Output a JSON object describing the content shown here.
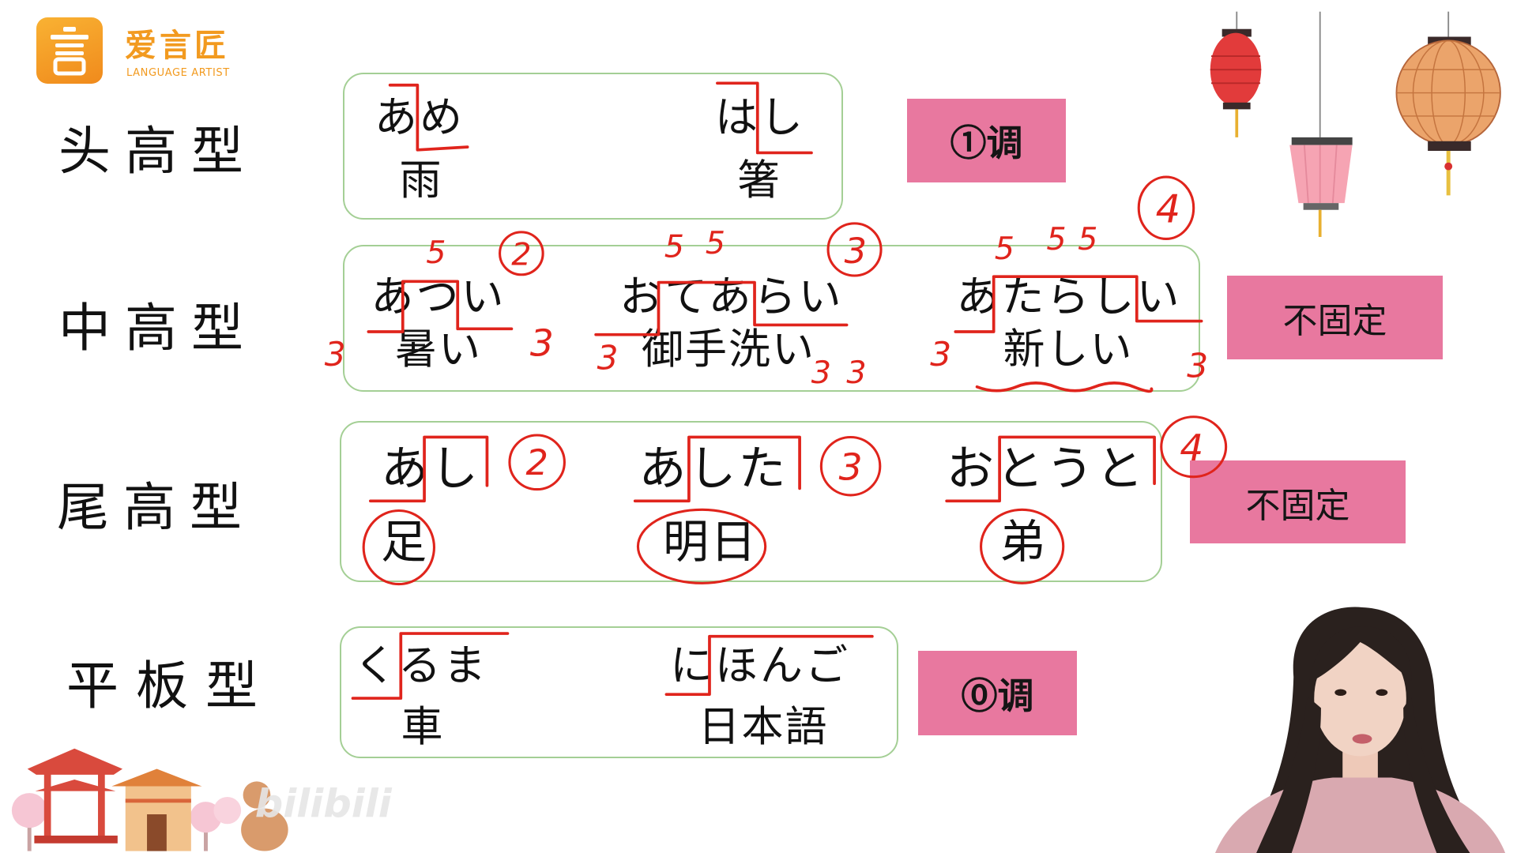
{
  "logo": {
    "brand": "爱言匠",
    "tagline": "LANGUAGE ARTIST",
    "icon": "logo-badge-icon"
  },
  "rows": [
    {
      "type": "头高型",
      "tag": "①调",
      "words": [
        {
          "kana": "あめ",
          "kanji": "雨"
        },
        {
          "kana": "はし",
          "kanji": "箸"
        }
      ]
    },
    {
      "type": "中高型",
      "tag": "不固定",
      "words": [
        {
          "kana": "あつい",
          "kanji": "暑い"
        },
        {
          "kana": "おてあらい",
          "kanji": "御手洗い"
        },
        {
          "kana": "あたらしい",
          "kanji": "新しい"
        }
      ]
    },
    {
      "type": "尾高型",
      "tag": "不固定",
      "words": [
        {
          "kana": "あし",
          "kanji": "足"
        },
        {
          "kana": "あした",
          "kanji": "明日"
        },
        {
          "kana": "おとうと",
          "kanji": "弟"
        }
      ]
    },
    {
      "type": "平板型",
      "tag": "⓪调",
      "words": [
        {
          "kana": "くるま",
          "kanji": "車"
        },
        {
          "kana": "にほんご",
          "kanji": "日本語"
        }
      ]
    }
  ],
  "handwriting": {
    "atsui": {
      "above": "5",
      "circled": "2",
      "left": "3",
      "right": "3"
    },
    "otearai": {
      "above": [
        "5",
        "5"
      ],
      "circled": "3",
      "left": "3",
      "right": [
        "3",
        "3"
      ]
    },
    "atarashii": {
      "above": [
        "5",
        "5",
        "5"
      ],
      "circled": "4",
      "left": "3",
      "right": "3"
    },
    "ashi": {
      "circled": "2"
    },
    "ashita": {
      "circled": "3"
    },
    "otouto": {
      "circled": "4"
    }
  },
  "watermark": "bilibili",
  "icons": {
    "lanterns": "paper-lantern-icon",
    "building": "pagoda-icon",
    "trees": "cherry-tree-icon",
    "presenter": "presenter-video"
  },
  "colors": {
    "tag_pink": "#e8789f",
    "box_border": "#a4cf95",
    "annotation_red": "#e0241c",
    "logo_orange": "#f29a1f"
  }
}
